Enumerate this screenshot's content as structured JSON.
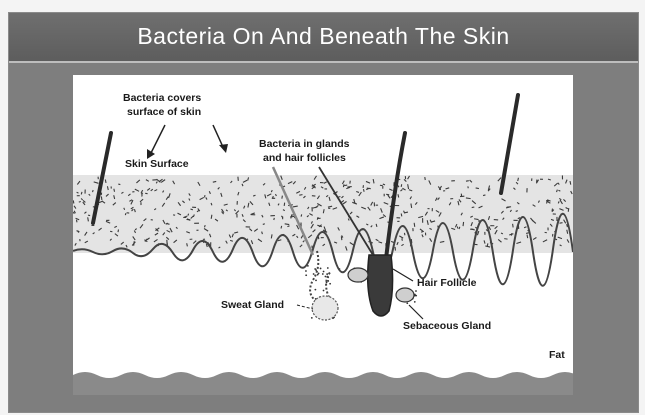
{
  "slide": {
    "title": "Bacteria On And Beneath The Skin"
  },
  "diagram": {
    "labels": {
      "bacteria_surface_line1": "Bacteria covers",
      "bacteria_surface_line2": "surface of skin",
      "skin_surface": "Skin Surface",
      "bacteria_glands_line1": "Bacteria in glands",
      "bacteria_glands_line2": "and hair follicles",
      "hair_follicle": "Hair Follicle",
      "sweat_gland": "Sweat Gland",
      "sebaceous_gland": "Sebaceous Gland",
      "fat": "Fat"
    }
  },
  "colors": {
    "slide_background": "#7e7e7e",
    "title_bar": "#636363",
    "panel": "#ffffff",
    "skin_layer": "#e6e6e6",
    "ink": "#1a1a1a"
  }
}
